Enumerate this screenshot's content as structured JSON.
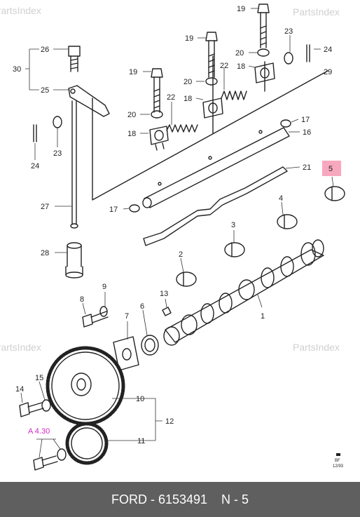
{
  "watermark": "PartsIndex",
  "callouts": {
    "c1": "1",
    "c2": "2",
    "c3": "3",
    "c4": "4",
    "c5": "5",
    "c6": "6",
    "c7": "7",
    "c8": "8",
    "c9": "9",
    "c10": "10",
    "c11": "11",
    "c12": "12",
    "c13": "13",
    "c14": "14",
    "c15": "15",
    "c16": "16",
    "c17": "17",
    "c18": "18",
    "c19": "19",
    "c20": "20",
    "c21": "21",
    "c22": "22",
    "c23": "23",
    "c24": "24",
    "c25": "25",
    "c26": "26",
    "c27": "27",
    "c28": "28",
    "c29": "29",
    "c30": "30"
  },
  "ref_label": "A 4.30",
  "stamp": {
    "line1": "BF",
    "line2": "12/93"
  },
  "highlight_color": "#f7a8bf",
  "ref_color": "#d026c8",
  "footer": "FORD - 6153491    N - 5"
}
